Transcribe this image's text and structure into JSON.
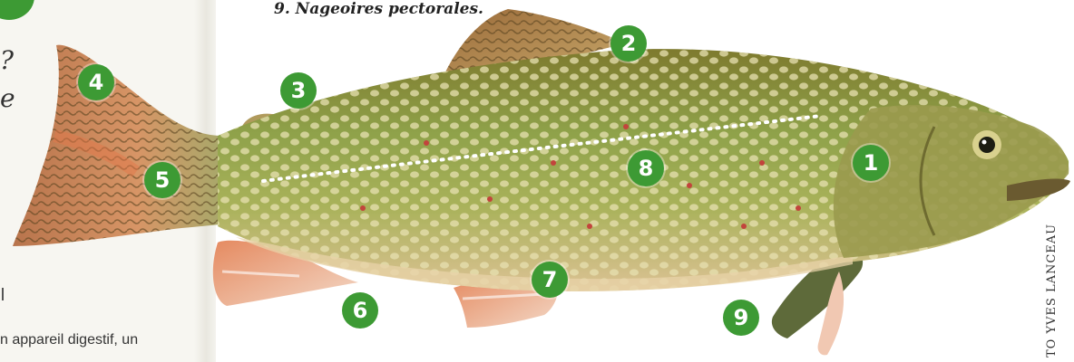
{
  "caption": "9. Nageoires pectorales.",
  "left_text": {
    "q": "?",
    "e": "e",
    "bottom_line1": "n appareil digestif, un",
    "bottom_line2": ""
  },
  "credit": "TO YVES LANCEAU",
  "labels": [
    {
      "id": "1",
      "text": "1"
    },
    {
      "id": "2",
      "text": "2"
    },
    {
      "id": "3",
      "text": "3"
    },
    {
      "id": "4",
      "text": "4"
    },
    {
      "id": "5",
      "text": "5"
    },
    {
      "id": "6",
      "text": "6"
    },
    {
      "id": "7",
      "text": "7"
    },
    {
      "id": "8",
      "text": "8"
    },
    {
      "id": "9",
      "text": "9"
    }
  ],
  "colors": {
    "badge": "#3d9a34",
    "fish_back": "#8f8a3a",
    "fish_side": "#9aa84a",
    "fish_belly": "#e0c9a0",
    "fin": "#d98a5a",
    "spots": "#ece5b8",
    "red_dots": "#c0403a"
  }
}
